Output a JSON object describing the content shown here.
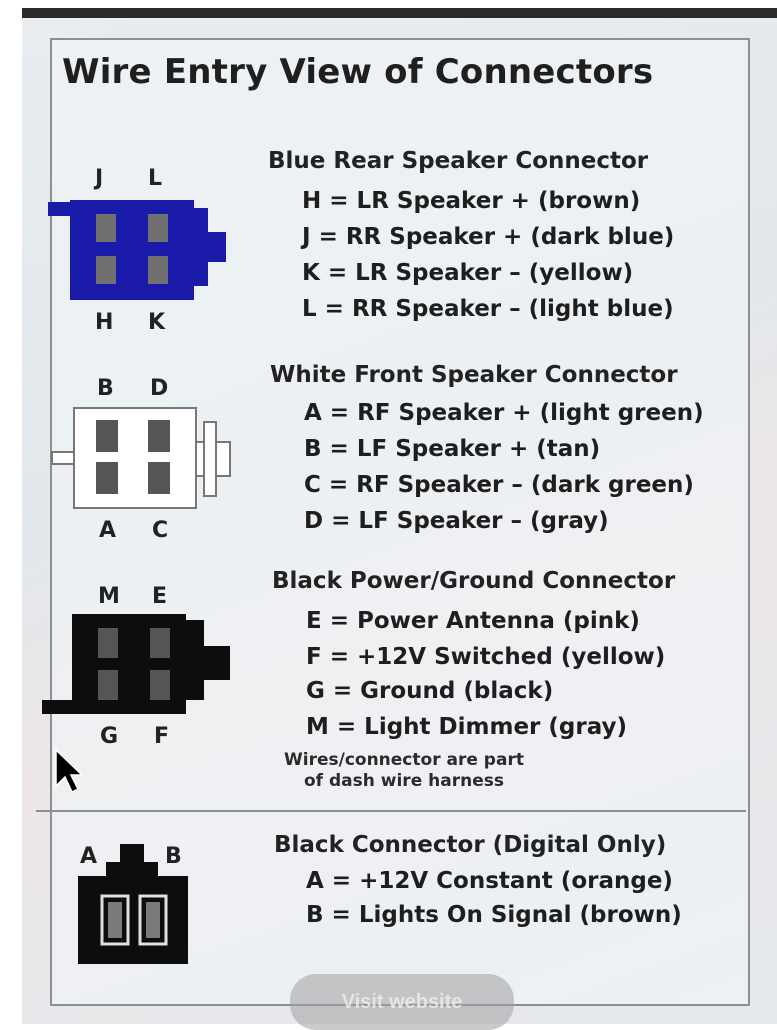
{
  "title": "Wire Entry View of Connectors",
  "colors": {
    "blue_connector": "#1a1aa8",
    "white_connector": "#ffffff",
    "black_connector": "#0d0d0d",
    "pin_dark": "#555555",
    "pin_blue": "#707070"
  },
  "connectors": [
    {
      "heading": "Blue Rear Speaker Connector",
      "top_pins": [
        "J",
        "L"
      ],
      "bottom_pins": [
        "H",
        "K"
      ],
      "lines": [
        "H = LR Speaker + (brown)",
        "J = RR Speaker + (dark blue)",
        "K = LR Speaker – (yellow)",
        "L = RR Speaker – (light blue)"
      ]
    },
    {
      "heading": "White Front Speaker Connector",
      "top_pins": [
        "B",
        "D"
      ],
      "bottom_pins": [
        "A",
        "C"
      ],
      "lines": [
        "A = RF Speaker + (light green)",
        "B = LF Speaker + (tan)",
        "C = RF Speaker – (dark green)",
        "D = LF Speaker – (gray)"
      ]
    },
    {
      "heading": "Black Power/Ground Connector",
      "top_pins": [
        "M",
        "E"
      ],
      "bottom_pins": [
        "G",
        "F"
      ],
      "lines": [
        "E = Power Antenna (pink)",
        "F = +12V Switched (yellow)",
        "G = Ground (black)",
        "M = Light Dimmer (gray)"
      ],
      "note": [
        "Wires/connector are part",
        "of dash wire harness"
      ]
    },
    {
      "heading": "Black Connector (Digital Only)",
      "top_pins": [
        "A",
        "B"
      ],
      "lines": [
        "A = +12V Constant (orange)",
        "B = Lights On Signal (brown)"
      ]
    }
  ],
  "visit_button": "Visit website"
}
